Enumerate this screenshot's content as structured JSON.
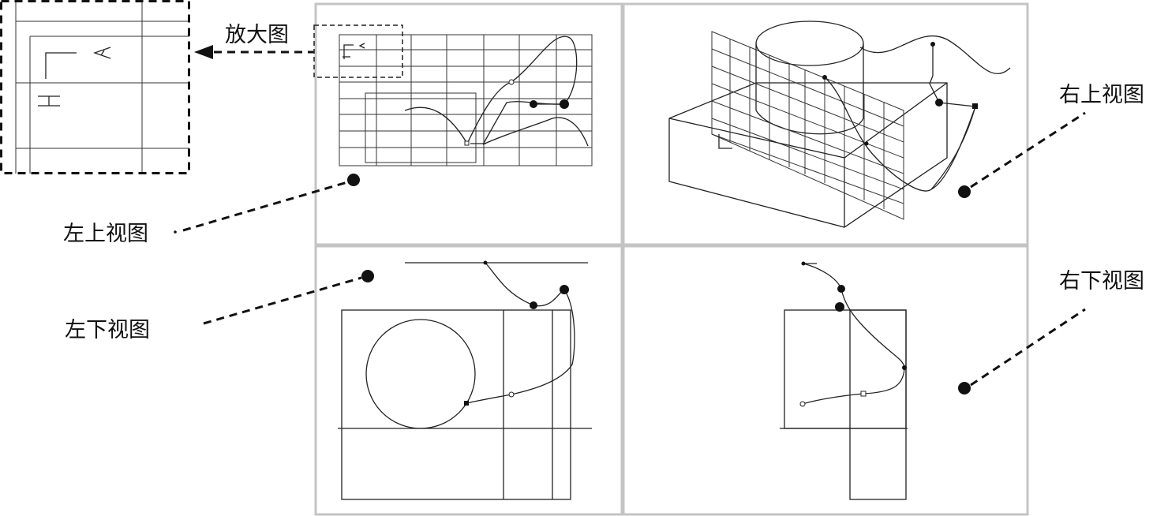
{
  "callouts": {
    "zoom": "放大图",
    "top_left": "左上视图",
    "top_right": "右上视图",
    "bottom_left": "左下视图",
    "bottom_right": "右下视图"
  }
}
